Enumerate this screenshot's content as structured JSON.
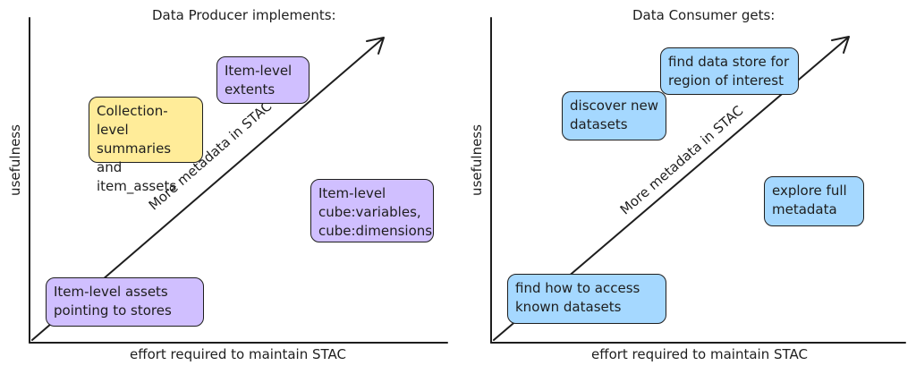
{
  "colors": {
    "purple": "#d0bfff",
    "yellow": "#ffec99",
    "blue": "#a5d8ff",
    "stroke": "#1e1e1e"
  },
  "producer": {
    "title": "Data Producer implements:",
    "xlabel": "effort required to maintain STAC",
    "ylabel": "usefulness",
    "arrow_label": "More metadata in STAC",
    "boxes": {
      "item_extents": "Item-level\nextents",
      "collection_summaries": "Collection-level\nsummaries and\nitem_assets",
      "cube_variables": "Item-level\ncube:variables,\ncube:dimensions",
      "item_assets": "Item-level assets\npointing to stores"
    }
  },
  "consumer": {
    "title": "Data Consumer gets:",
    "xlabel": "effort required to maintain STAC",
    "ylabel": "usefulness",
    "arrow_label": "More metadata in STAC",
    "boxes": {
      "find_store": "find data store for\nregion of interest",
      "discover": "discover new\ndatasets",
      "explore": "explore full\nmetadata",
      "access_known": "find how to access\nknown datasets"
    }
  }
}
